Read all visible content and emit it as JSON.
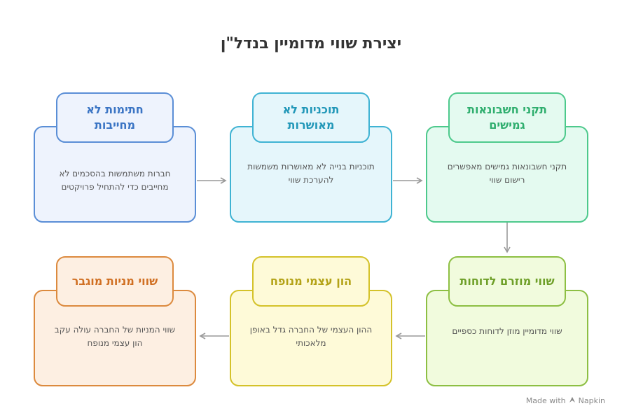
{
  "title": "יצירת שווי מדומיין בנדל\"ן",
  "steps": [
    {
      "title": "חתימות לא מחייבות",
      "description": "חברות משתמשות בהסכמים לא מחייבים כדי להתחיל פרויקטים",
      "color": "#5a8ed6"
    },
    {
      "title": "תוכניות לא מאושרות",
      "description": "תוכניות בנייה לא מאושרות משמשות להערכת שווי",
      "color": "#3fb3d3"
    },
    {
      "title": "תקני חשבונאות גמישים",
      "description": "תקני חשבונאות גמישים מאפשרים רישום שווי",
      "color": "#4dc98c"
    },
    {
      "title": "שווי מוזרם לדוחות",
      "description": "שווי מדומיין מוזן לדוחות כספיים",
      "color": "#8dbf43"
    },
    {
      "title": "הון עצמי מנופח",
      "description": "ההון העצמי של החברה גדל באופן מלאכותי",
      "color": "#d4c22a"
    },
    {
      "title": "שווי מניות מוגבר",
      "description": "שווי המניות של החברה עולה עקב הון עצמי מנופח",
      "color": "#dc8a3e"
    }
  ],
  "footer": {
    "made_with": "Made with",
    "brand": "Napkin",
    "icon": "napkin-logo-icon"
  }
}
